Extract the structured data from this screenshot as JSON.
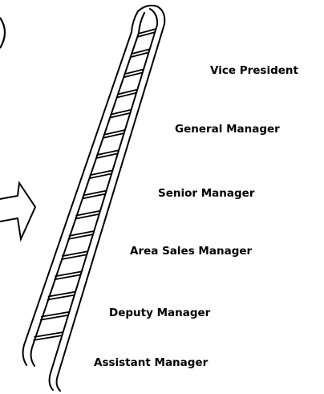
{
  "diagram": {
    "levels": [
      {
        "label": "Vice President"
      },
      {
        "label": "General Manager"
      },
      {
        "label": "Senior Manager"
      },
      {
        "label": "Area Sales Manager"
      },
      {
        "label": "Deputy Manager"
      },
      {
        "label": "Assistant Manager"
      }
    ],
    "colors": {
      "ink": "#000000",
      "background": "#ffffff"
    },
    "icons": [
      "ladder-icon",
      "arrow-right-icon"
    ]
  }
}
